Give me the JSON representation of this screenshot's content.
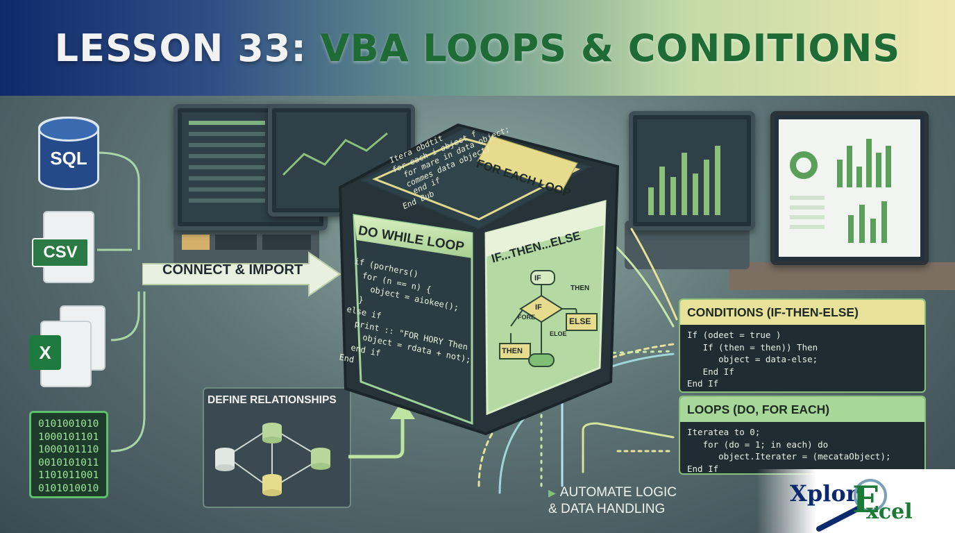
{
  "banner": {
    "prefix": "LESSON 33: ",
    "accent": "VBA LOOPS & CONDITIONS"
  },
  "sources": {
    "sql_label": "SQL",
    "csv_label": "CSV",
    "excel_label": "X",
    "binary_lines": "0101001010\n1000101101\n1000101110\n0010101011\n1101011001\n0101010010"
  },
  "connect_label": "CONNECT & IMPORT",
  "define_label": "DEFINE RELATIONSHIPS",
  "cube": {
    "top_title": "FOR EACH LOOP",
    "top_code": "Itera obdtit\nfor each i object f\n  for mare in data object;\n  commes data object)\n   end if\nEnd Bub",
    "left_title": "DO WHILE LOOP",
    "left_code": "if (porhers()\n  for (n == n) {\n    object = aiokee();\n  }\nelse if\n  print :: \"FOR HORY Then\n    object = rdata + not);\n  end if\nEnd",
    "right_title": "IF...THEN...ELSE",
    "flow": {
      "if_top": "IF",
      "if_center": "IF",
      "then_right": "THEN",
      "fore": "FORE",
      "else_label": "ELSE",
      "eloe": "ELOE",
      "then_left": "THEN"
    }
  },
  "panels": {
    "conditions": {
      "title": "CONDITIONS (IF-THEN-ELSE)",
      "code": "If (odeet = true )\n   If (then = then)) Then\n      object = data-else;\n   End If\nEnd If"
    },
    "loops": {
      "title": "LOOPS (DO, FOR EACH)",
      "code": "Iteratea to 0;\n   for (do = 1; in each) do\n      object.Iterater = (mecataObject);\nEnd If"
    }
  },
  "automate": {
    "line1": "AUTOMATE LOGIC",
    "line2": "& DATA HANDLING"
  },
  "logo": {
    "part1": "Xplor",
    "big_e": "E",
    "part2": "xcel"
  },
  "colors": {
    "accent_green": "#1e6b35",
    "panel_header": "#e7e19a",
    "panel_header_green": "#a8d79a",
    "cube_green": "#8cc485"
  }
}
